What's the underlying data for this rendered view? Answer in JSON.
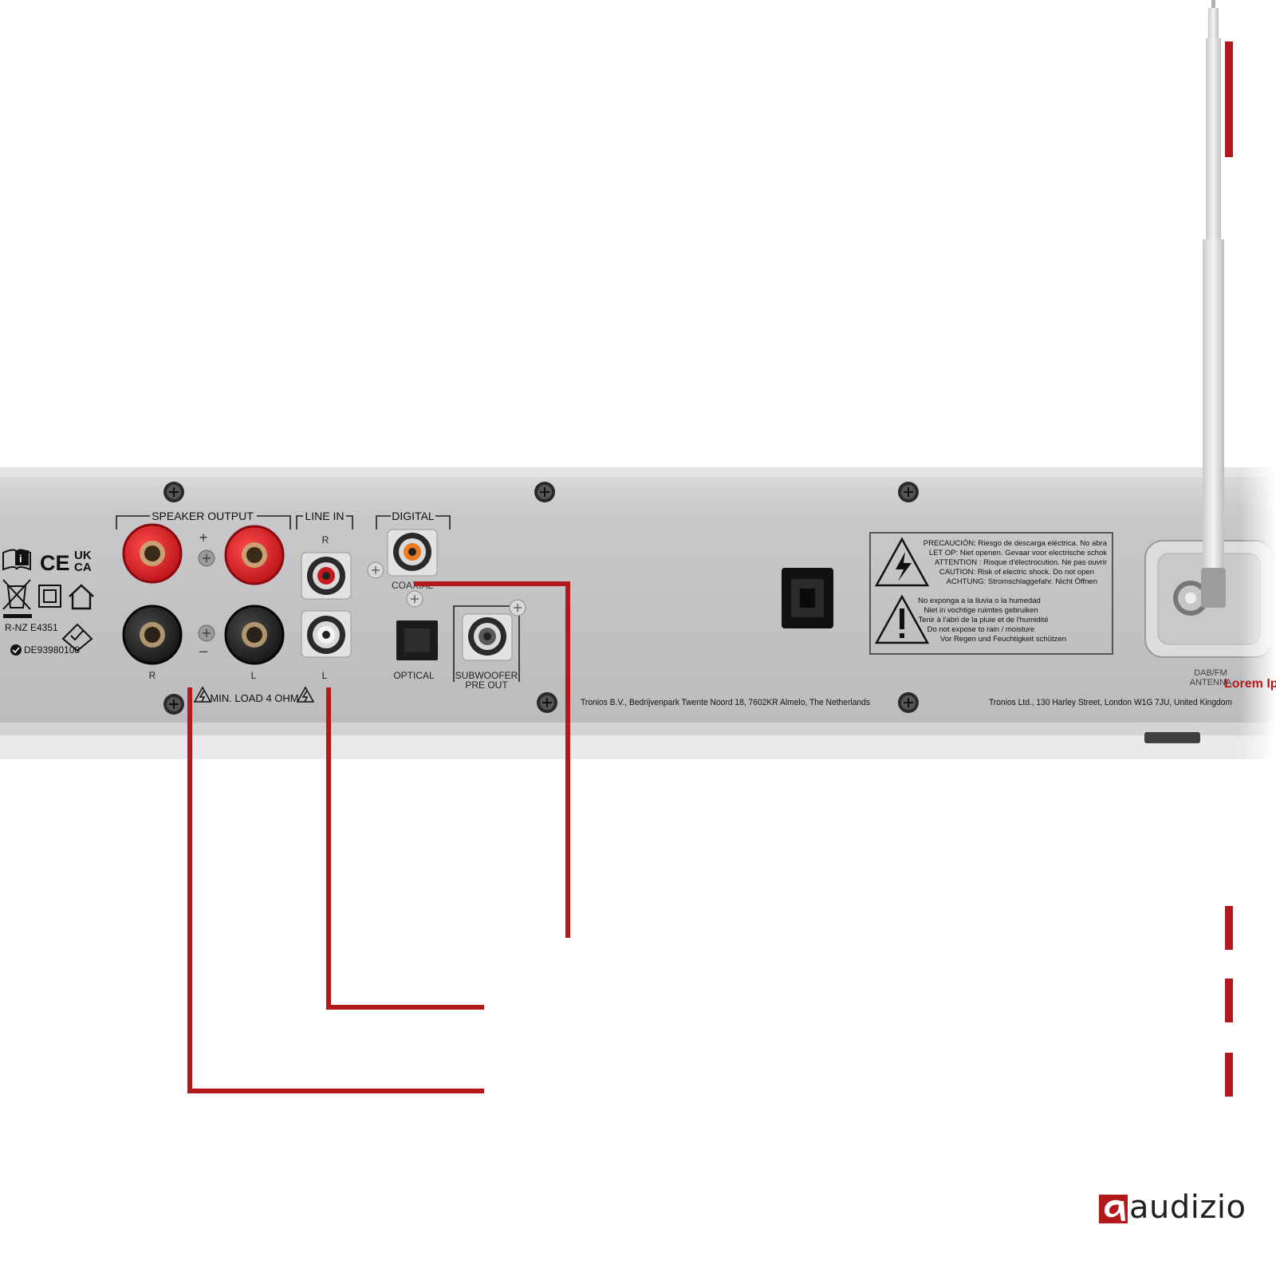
{
  "panel": {
    "speaker_output": "SPEAKER OUTPUT",
    "line_in": "LINE IN",
    "digital": "DIGITAL",
    "plus": "+",
    "minus": "–",
    "r": "R",
    "l": "L",
    "coaxial": "COAXIAL",
    "optical": "OPTICAL",
    "sub_line1": "SUBWOOFER",
    "sub_line2": "PRE OUT",
    "min_load": "MIN. LOAD 4 OHM",
    "ukca_top": "UK",
    "ukca_bottom": "CA",
    "ce": "CE",
    "rnz": "R-NZ E4351",
    "de_number": "DE93980108",
    "address_nl": "Tronios B.V., Bedrijvenpark Twente Noord 18, 7602KR Almelo, The Netherlands",
    "address_uk": "Tronios Ltd., 130 Harley Street, London W1G 7JU, United Kingdom",
    "antenna_line1": "DAB/FM",
    "antenna_line2": "ANTENNA"
  },
  "warning": {
    "shock_lines": [
      "PRECAUCIÓN: Riesgo de descarga eléctrica. No abra",
      "LET OP: Niet openen. Gevaar voor electrische schok",
      "ATTENTION : Risque d'électrocution. Ne pas ouvrir",
      "CAUTION: Risk of electric shock. Do not open",
      "ACHTUNG: Stromschlaggefahr. Nicht Öffnen"
    ],
    "moisture_lines": [
      "No exponga a la lluvia o la humedad",
      "Niet in vochtige ruimtes gebruiken",
      "Tenir à l'abri de la pluie et de l'humidité",
      "Do not expose to rain / moisture",
      "Vor Regen und Feuchtigkeit schützen"
    ]
  },
  "overlay": {
    "lorem": "Lorem Ip",
    "brand": "audizio"
  },
  "colors": {
    "accent_red": "#b3191b",
    "panel": "#c4c4c6",
    "brand_text": "#1f1f1f"
  },
  "icons": [
    "manual-icon",
    "ce-mark-icon",
    "ukca-mark-icon",
    "weee-bin-icon",
    "double-insulation-icon",
    "indoor-use-icon",
    "rcm-mark-icon",
    "shock-warning-icon",
    "exclamation-warning-icon"
  ]
}
